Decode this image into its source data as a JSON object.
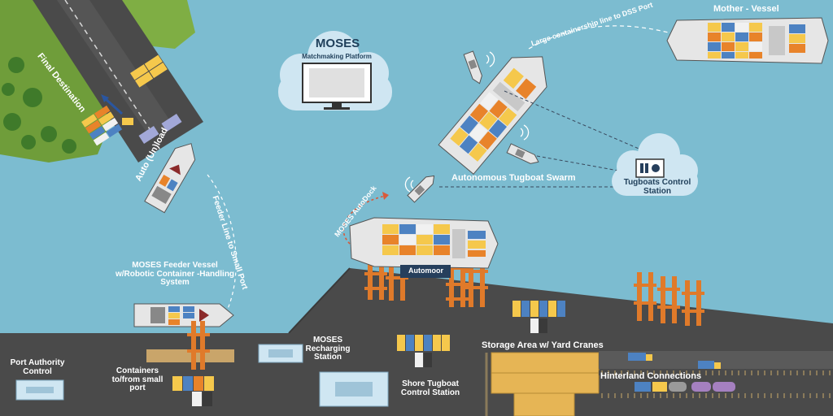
{
  "labels": {
    "final_destination": "Final Destination",
    "auto_unload": "Auto (Un)load",
    "feeder_line": "Feeder Line to Small Port",
    "moses_logo": "MOSES",
    "matchmaking_platform": "Matchmaking Platform",
    "mother_vessel": "Mother - Vessel",
    "large_containership_line": "Large containership line to DSS Port",
    "autonomous_tugboat_swarm": "Autonomous Tugboat Swarm",
    "tugboats_control_station": "Tugboats Control Station",
    "moses_autodock": "MOSES AutoDock",
    "automoor": "Automoor",
    "moses_feeder_vessel": "MOSES Feeder Vessel w/Robotic Container -Handling System",
    "port_authority_control": "Port Authority Control",
    "containers_small_port": "Containers to/from small port",
    "moses_recharging_station": "MOSES Recharging Station",
    "shore_tugboat_control_station": "Shore Tugboat Control Station",
    "storage_area": "Storage Area  w/ Yard Cranes",
    "hinterland_connections": "Hinterland Connections"
  },
  "colors": {
    "water": "#7cbcd0",
    "land": "#4a4a4a",
    "grass": "#6f9d3a",
    "container_yellow": "#f5c84c",
    "container_orange": "#e8832a",
    "container_blue": "#4d82c2",
    "container_white": "#f1f1f1",
    "crane": "#e07a2a",
    "cloud": "#cfe6f2"
  },
  "icons": [
    "monitor-icon",
    "wifi-signal-icon",
    "control-panel-icon",
    "crane-icon",
    "truck-icon",
    "train-icon"
  ]
}
